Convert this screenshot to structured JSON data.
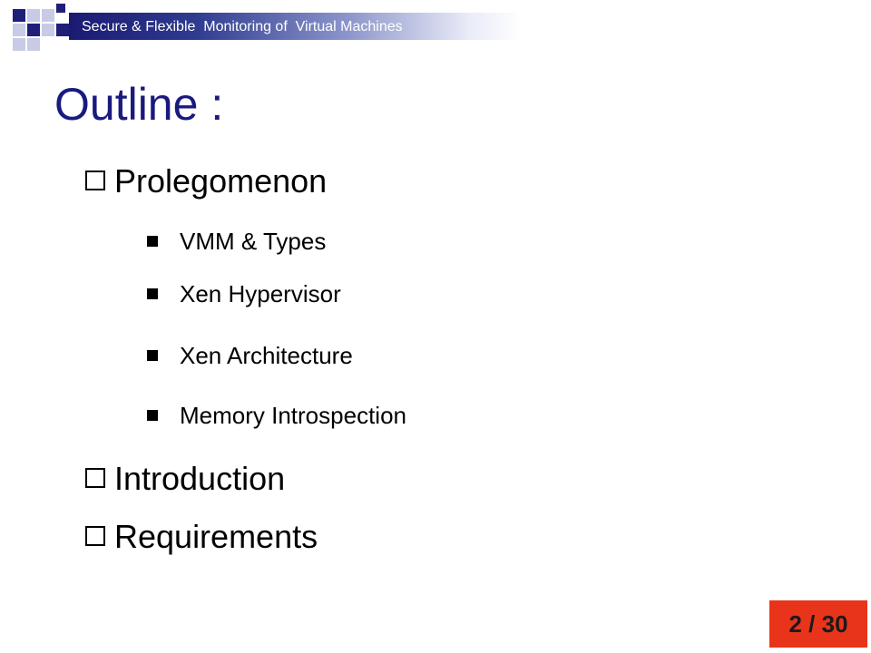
{
  "header": {
    "text": "Secure & Flexible  Monitoring of  Virtual Machines"
  },
  "slide": {
    "title": "Outline :",
    "sections": [
      {
        "label": "Prolegomenon",
        "items": [
          "VMM & Types",
          "Xen Hypervisor",
          "Xen Architecture",
          "Memory Introspection"
        ]
      },
      {
        "label": "Introduction",
        "items": []
      },
      {
        "label": "Requirements",
        "items": []
      }
    ]
  },
  "footer": {
    "page_current": "2",
    "page_sep": "/",
    "page_total": "30"
  },
  "colors": {
    "title": "#1a1a7e",
    "header_navy": "#1f1f7a",
    "page_badge": "#e8341a"
  },
  "icons": {
    "section_marker": "checkbox-square-icon",
    "sub_marker": "square-bullet-icon"
  }
}
